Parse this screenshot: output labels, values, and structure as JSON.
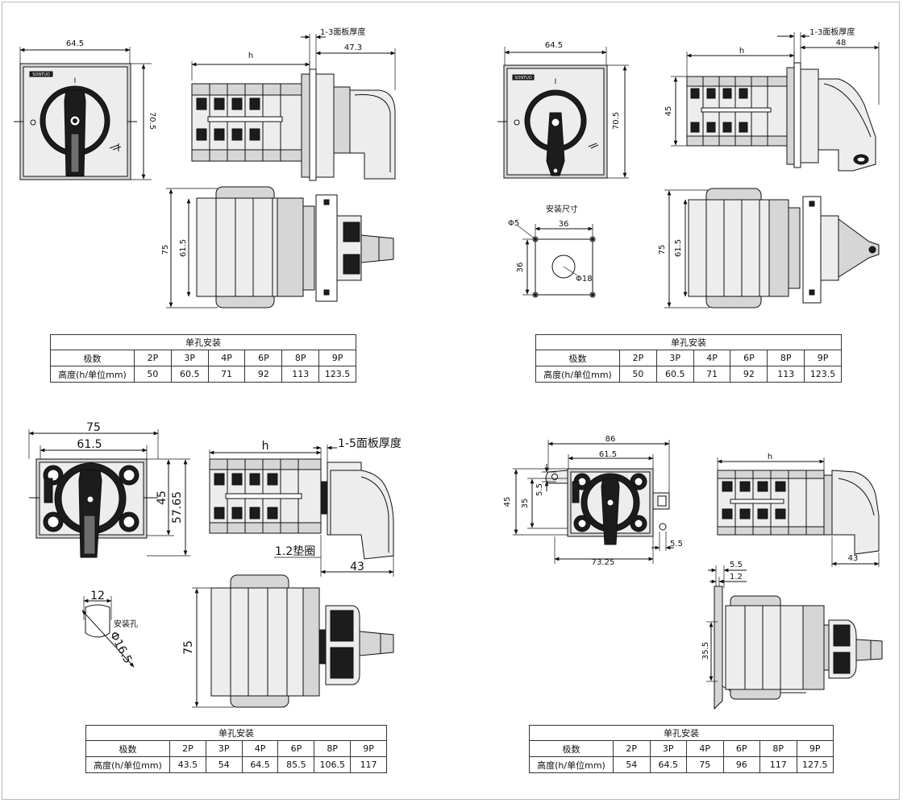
{
  "panels": [
    {
      "dims": {
        "width": "64.5",
        "height": "70.5",
        "h": "h",
        "panel": "1-3面板厚度",
        "depth": "47.3",
        "side_h": "75",
        "side_h2": "61.5"
      },
      "table": {
        "caption": "单孔安装",
        "row1_label": "极数",
        "row2_label": "高度(h/单位mm)",
        "poles": [
          "2P",
          "3P",
          "4P",
          "6P",
          "8P",
          "9P"
        ],
        "heights": [
          "50",
          "60.5",
          "71",
          "92",
          "113",
          "123.5"
        ]
      }
    },
    {
      "dims": {
        "width": "64.5",
        "height": "70.5",
        "h": "h",
        "panel": "1-3面板厚度",
        "depth": "48",
        "front_h": "45",
        "side_h": "75",
        "side_h2": "61.5",
        "mount_title": "安装尺寸",
        "mount_w": "36",
        "mount_h": "36",
        "hole_small": "Φ5",
        "hole_big": "Φ18"
      },
      "table": {
        "caption": "单孔安装",
        "row1_label": "极数",
        "row2_label": "高度(h/单位mm)",
        "poles": [
          "2P",
          "3P",
          "4P",
          "6P",
          "8P",
          "9P"
        ],
        "heights": [
          "50",
          "60.5",
          "71",
          "92",
          "113",
          "123.5"
        ]
      }
    },
    {
      "dims": {
        "width": "75",
        "width2": "61.5",
        "height": "45",
        "height2": "57.65",
        "h": "h",
        "panel": "1-5面板厚度",
        "gasket": "1.2垫圈",
        "depth": "43",
        "side_h": "75",
        "hole_w": "12",
        "hole_label": "安装孔",
        "hole_d": "Φ16.5"
      },
      "table": {
        "caption": "单孔安装",
        "row1_label": "极数",
        "row2_label": "高度(h/单位mm)",
        "poles": [
          "2P",
          "3P",
          "4P",
          "6P",
          "8P",
          "9P"
        ],
        "heights": [
          "43.5",
          "54",
          "64.5",
          "85.5",
          "106.5",
          "117"
        ]
      }
    },
    {
      "dims": {
        "width": "86",
        "width2": "61.5",
        "height": "45",
        "height2": "35",
        "small": "5.5",
        "bottom": "73.25",
        "right": "5.5",
        "h": "h",
        "depth": "43",
        "bracket1": "5.5",
        "bracket2": "1.2",
        "side_h": "35.5"
      },
      "table": {
        "caption": "单孔安装",
        "row1_label": "极数",
        "row2_label": "高度(h/单位mm)",
        "poles": [
          "2P",
          "3P",
          "4P",
          "6P",
          "8P",
          "9P"
        ],
        "heights": [
          "54",
          "64.5",
          "75",
          "96",
          "117",
          "127.5"
        ]
      }
    }
  ],
  "brand": "SONTUO",
  "handle_on": "I",
  "handle_off": "O"
}
